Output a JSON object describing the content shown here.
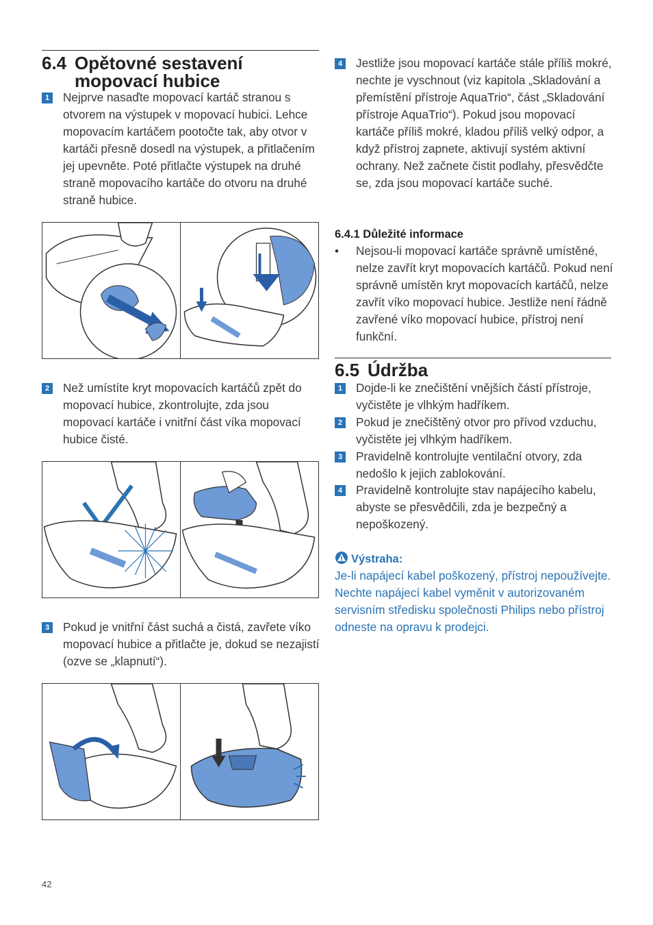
{
  "section_64": {
    "number": "6.4",
    "title_line1": "Opětovné sestavení",
    "title_line2": "mopovací hubice",
    "steps": [
      {
        "num": "1",
        "text": "Nejprve nasaďte mopovací kartáč stranou s otvorem na výstupek v mopovací hubici. Lehce mopovacím kartáčem pootočte tak, aby otvor v kartáči přesně dosedl na výstupek, a přitlačením jej upevněte. Poté přitlačte výstupek na druhé straně mopovacího kartáče do otvoru na druhé straně hubice."
      },
      {
        "num": "2",
        "text": "Než umístíte kryt mopovacích kartáčů zpět do mopovací hubice, zkontrolujte, zda jsou mopovací kartáče i vnitřní část víka mopovací hubice čisté."
      },
      {
        "num": "3",
        "text": "Pokud je vnitřní část suchá a čistá, zavřete víko mopovací hubice a přitlačte je, dokud se nezajistí (ozve se „klapnutí“)."
      },
      {
        "num": "4",
        "text": "Jestliže jsou mopovací kartáče stále příliš mokré, nechte je vyschnout (viz kapitola „Skladování a přemístění přístroje AquaTrio“, část „Skladování přístroje AquaTrio“). Pokud jsou mopovací kartáče příliš mokré, kladou příliš velký odpor, a když přístroj zapnete, aktivují systém aktivní ochrany. Než začnete čistit podlahy, přesvědčte se, zda jsou mopovací kartáče suché."
      }
    ]
  },
  "section_641": {
    "title": "6.4.1 Důležité informace",
    "bullet": "•",
    "text": "Nejsou-li mopovací kartáče správně umístěné, nelze zavřít kryt mopovacích kartáčů. Pokud není správně umístěn kryt mopovacích kartáčů, nelze zavřít víko mopovací hubice. Jestliže není řádně zavřené víko mopovací hubice, přístroj není funkční."
  },
  "section_65": {
    "number": "6.5",
    "title": "Údržba",
    "steps": [
      {
        "num": "1",
        "text": "Dojde-li ke znečištění vnějších částí přístroje, vyčistěte je vlhkým hadříkem."
      },
      {
        "num": "2",
        "text": "Pokud je znečištěný otvor pro přívod vzduchu, vyčistěte jej vlhkým hadříkem."
      },
      {
        "num": "3",
        "text": "Pravidelně kontrolujte ventilační otvory, zda nedošlo k jejich zablokování."
      },
      {
        "num": "4",
        "text": "Pravidelně kontrolujte stav napájecího kabelu, abyste se přesvědčili, zda je bezpečný a nepoškozený."
      }
    ]
  },
  "warning": {
    "title": "Výstraha:",
    "text": "Je-li napájecí kabel poškozený, přístroj nepoužívejte. Nechte napájecí kabel vyměnit v autorizovaném servisním středisku společnosti Philips nebo přístroj odneste na opravu k prodejci."
  },
  "page_number": "42",
  "colors": {
    "accent": "#2a73b5",
    "illustration_blue": "#6e9ad6",
    "text": "#3a3a3a"
  },
  "illustrations": [
    {
      "left": "mop-nozzle-brush-insert-icon",
      "right": "brush-press-on-icon"
    },
    {
      "left": "clean-check-icon",
      "right": "cover-insert-icon"
    },
    {
      "left": "lid-close-icon",
      "right": "lid-click-icon"
    }
  ]
}
